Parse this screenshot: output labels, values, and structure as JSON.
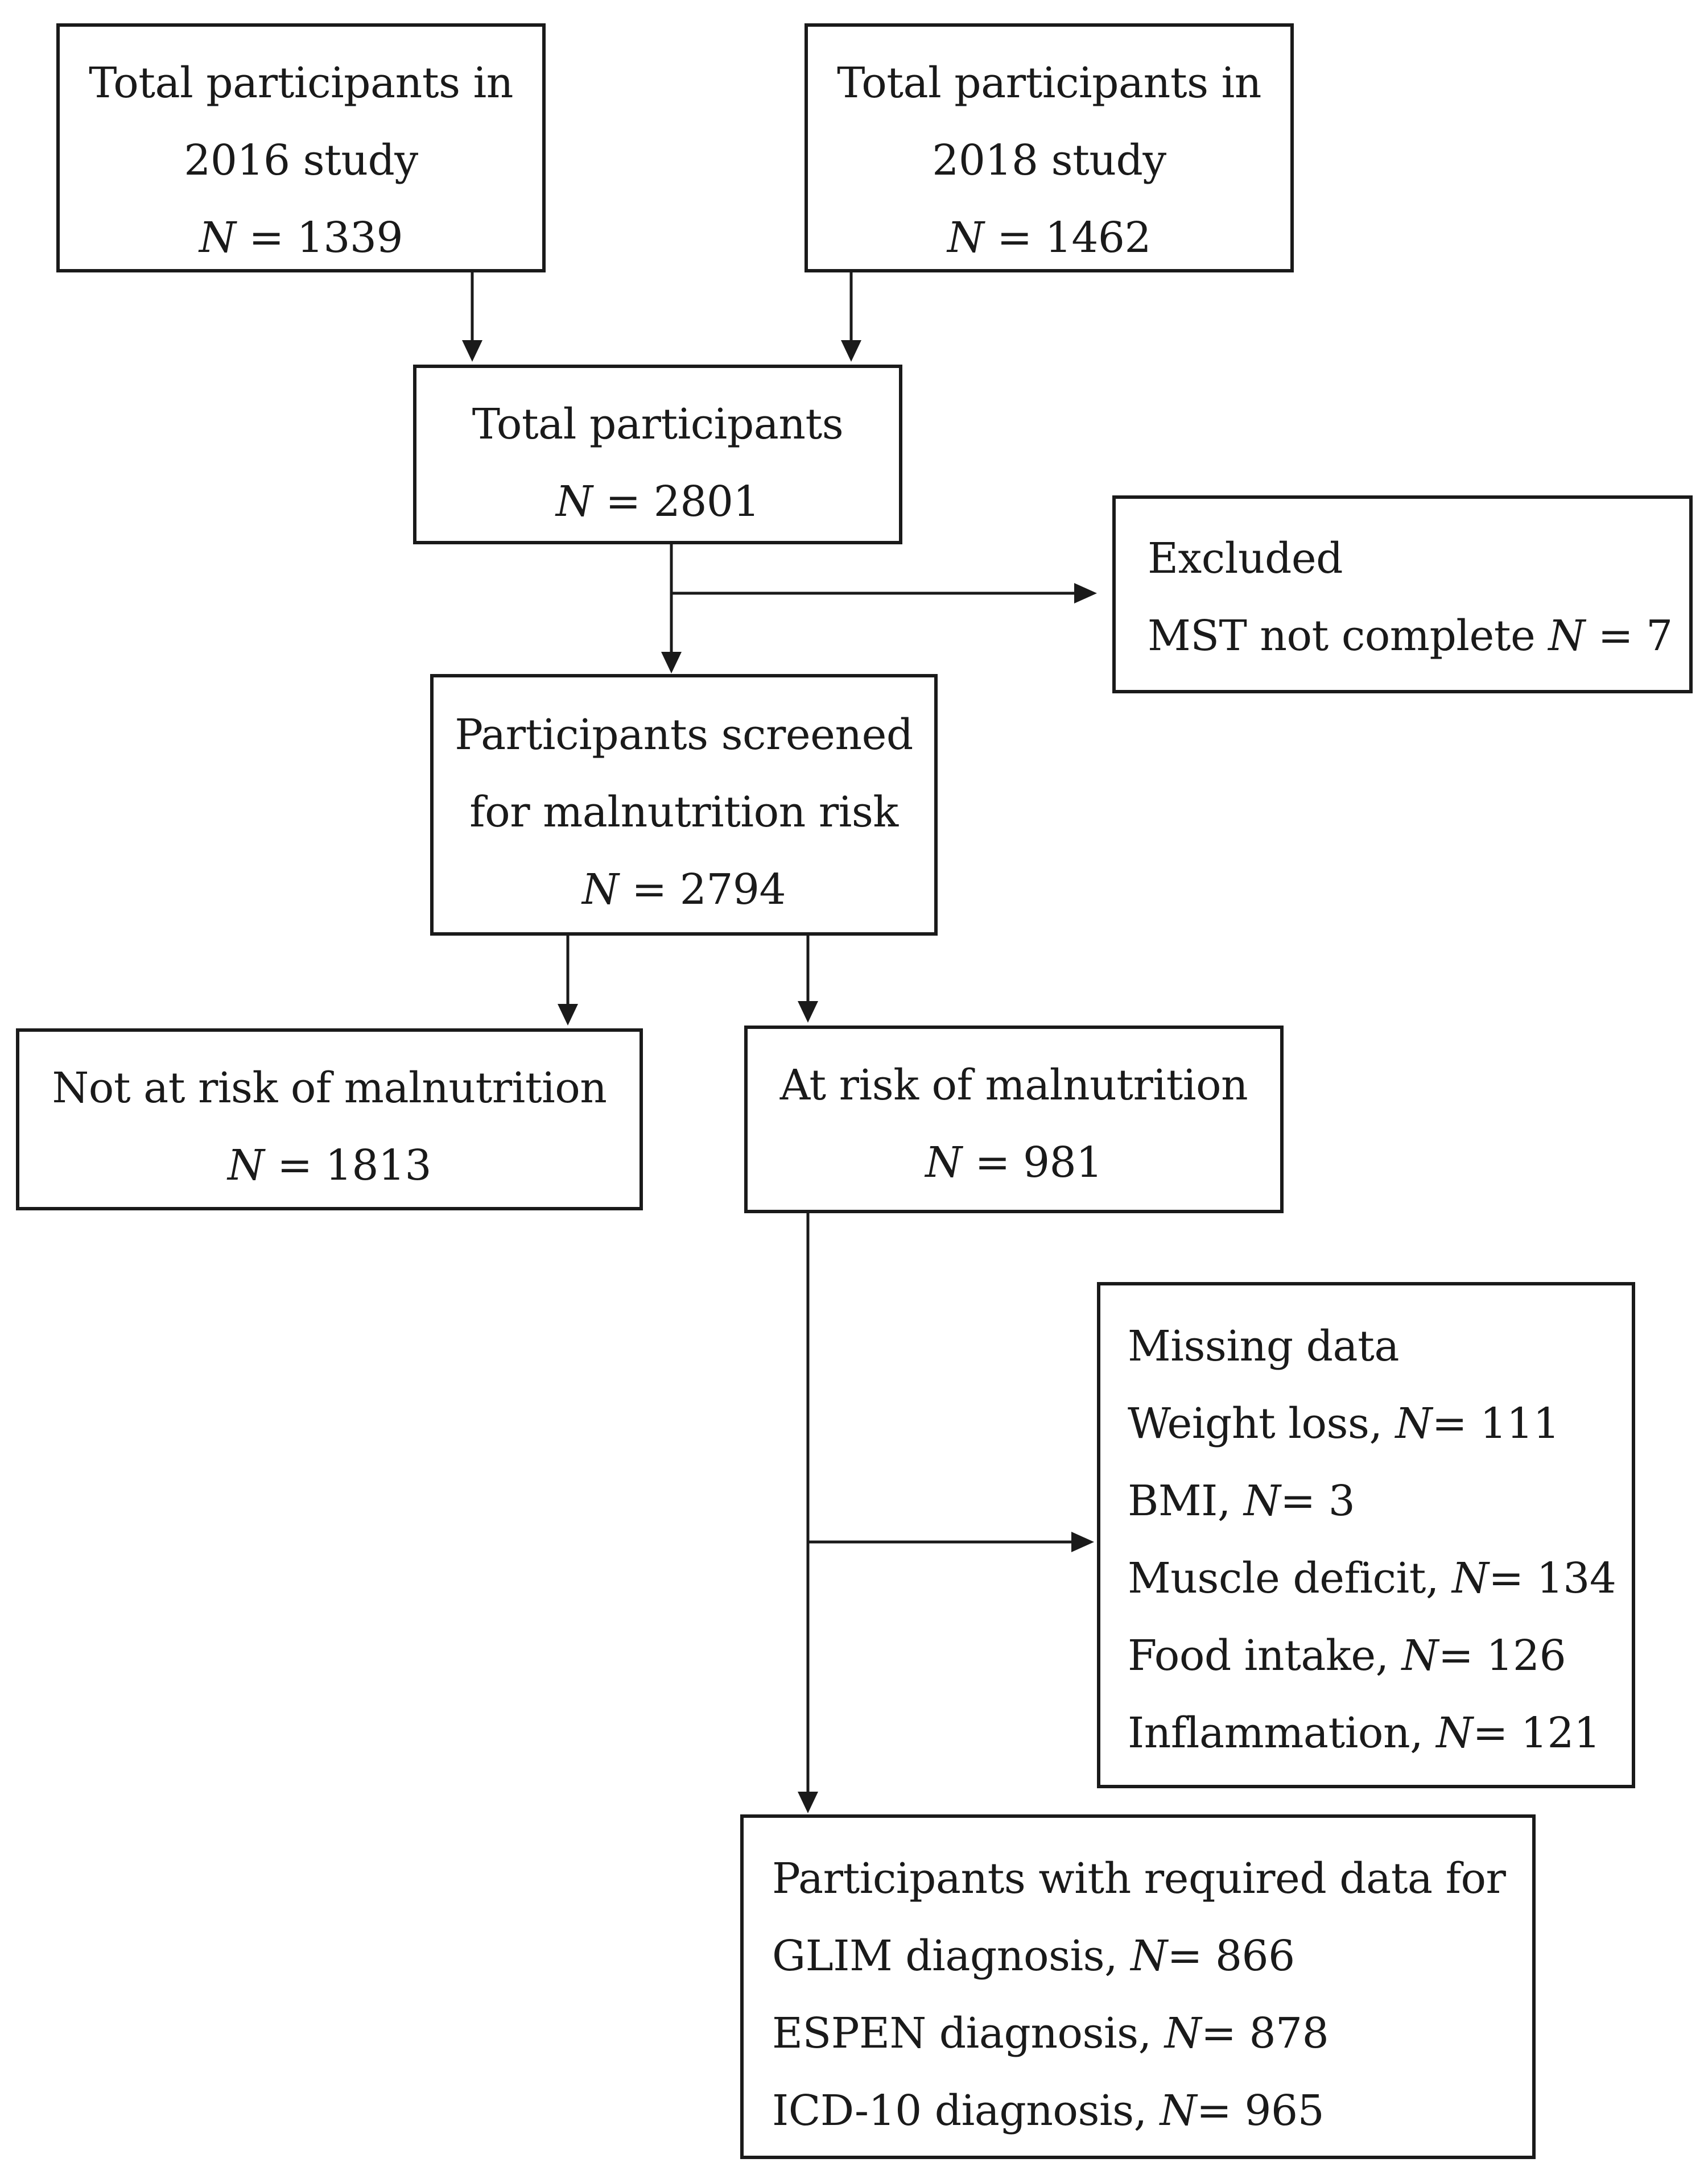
{
  "n_symbol": "N",
  "boxes": {
    "study_2016": {
      "line1": "Total participants in",
      "line2": "2016 study",
      "n_value": " = 1339"
    },
    "study_2018": {
      "line1": "Total participants in",
      "line2": "2018 study",
      "n_value": " = 1462"
    },
    "total": {
      "line1": "Total participants",
      "n_value": " = 2801"
    },
    "excluded": {
      "line1": "Excluded",
      "line2_prefix": "MST not complete ",
      "n_value": " = 7"
    },
    "screened": {
      "line1": "Participants screened",
      "line2": "for malnutrition risk",
      "n_value": " = 2794"
    },
    "not_at_risk": {
      "line1": "Not at risk of malnutrition",
      "n_value": " = 1813"
    },
    "at_risk": {
      "line1": "At risk of malnutrition",
      "n_value": " = 981"
    },
    "missing": {
      "title": "Missing data",
      "items": [
        {
          "label": "Weight loss, ",
          "value": "= 111"
        },
        {
          "label": "BMI, ",
          "value": "= 3"
        },
        {
          "label": "Muscle deficit, ",
          "value": "= 134"
        },
        {
          "label": "Food intake, ",
          "value": "= 126"
        },
        {
          "label": "Inflammation, ",
          "value": "= 121"
        }
      ]
    },
    "required": {
      "title": "Participants with required data for",
      "items": [
        {
          "label": "GLIM diagnosis, ",
          "value": "= 866"
        },
        {
          "label": "ESPEN diagnosis, ",
          "value": "= 878"
        },
        {
          "label": "ICD-10 diagnosis, ",
          "value": "= 965"
        }
      ]
    }
  },
  "colors": {
    "stroke": "#1a1a1a",
    "text": "#1a1a1a",
    "background": "#ffffff"
  }
}
